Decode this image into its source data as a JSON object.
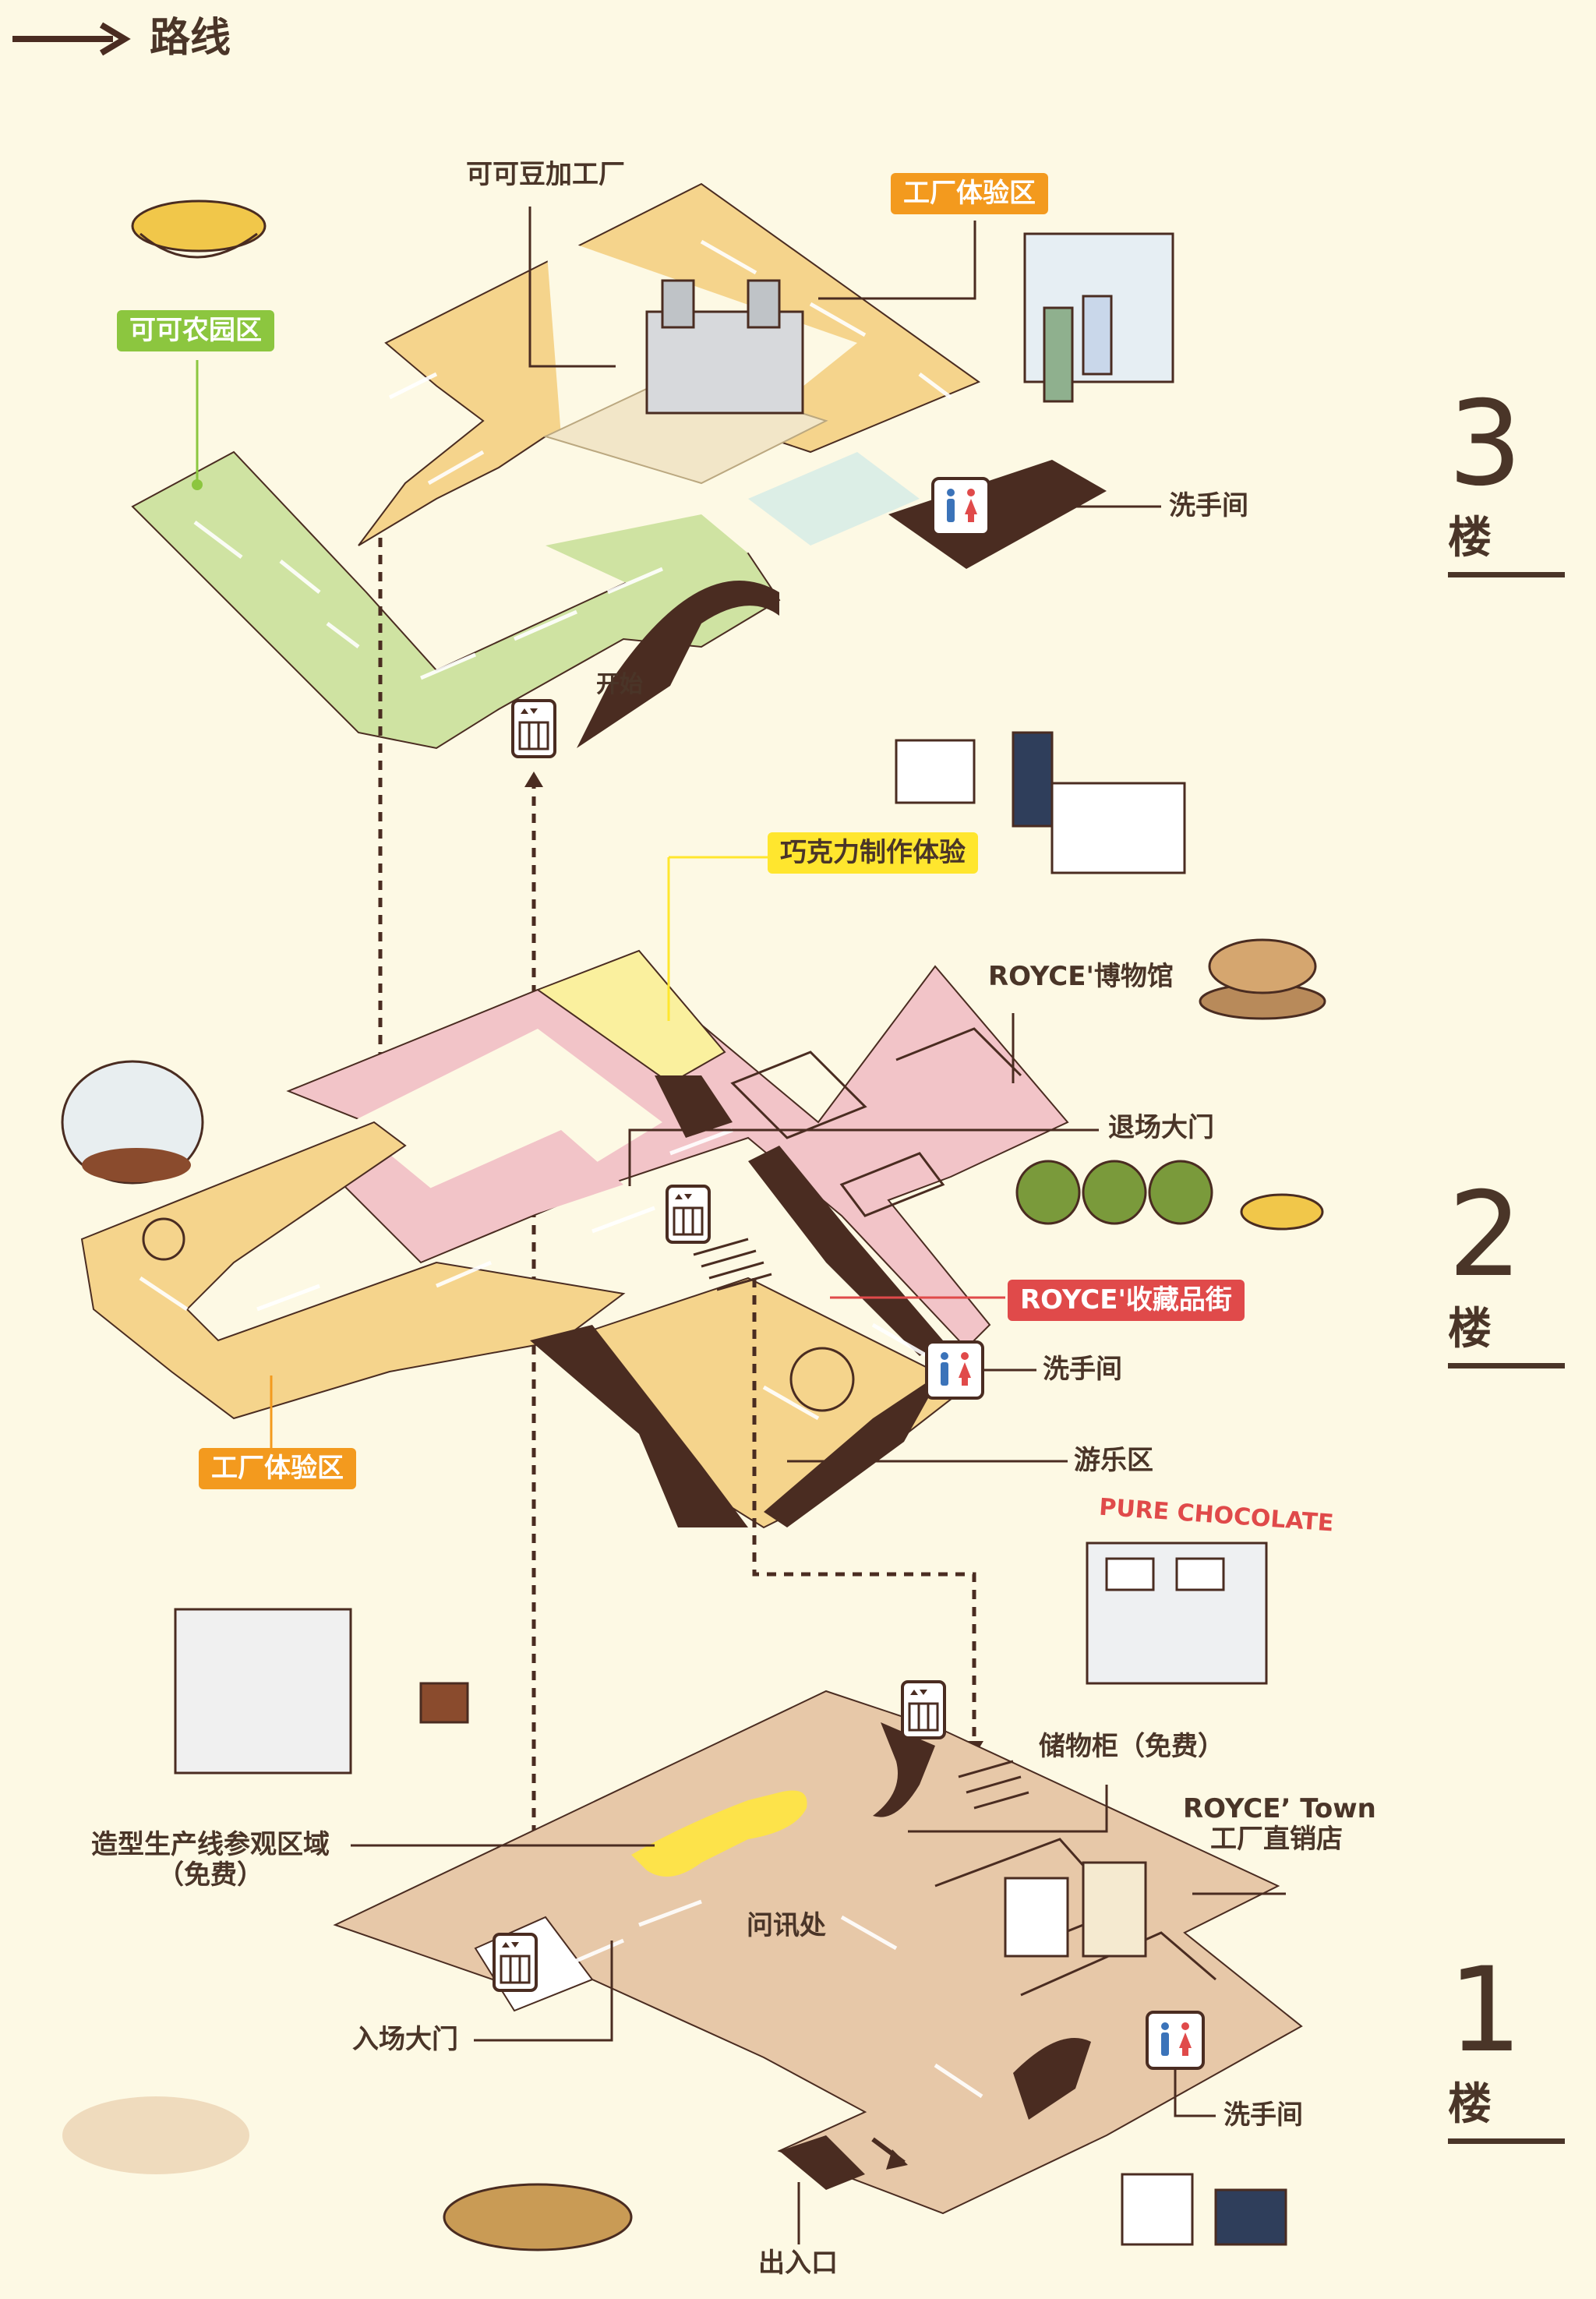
{
  "legend": {
    "route_label": "路线"
  },
  "floors": [
    {
      "number": "3",
      "suffix": "楼"
    },
    {
      "number": "2",
      "suffix": "楼"
    },
    {
      "number": "1",
      "suffix": "楼"
    }
  ],
  "floor3": {
    "tag_farm": "可可农园区",
    "tag_factory": "工厂体验区",
    "label_processing": "可可豆加工厂",
    "label_restroom": "洗手间",
    "label_start": "开始"
  },
  "floor2": {
    "tag_chocolate": "巧克力制作体验",
    "label_museum": "ROYCE'博物馆",
    "label_exit_gate": "退场大门",
    "tag_collection": "ROYCE'收藏品街",
    "label_restroom": "洗手间",
    "label_play": "游乐区",
    "tag_factory": "工厂体验区"
  },
  "floor1": {
    "sign_text": "PURE CHOCOLATE",
    "label_locker": "储物柜（免费）",
    "label_town_1": "ROYCE’ Town",
    "label_town_2": "工厂直销店",
    "label_line_1": "造型生产线参观区域",
    "label_line_2": "（免费）",
    "label_info": "问讯处",
    "label_entrance_gate": "入场大门",
    "label_restroom": "洗手间",
    "label_entrance": "出入口"
  },
  "colors": {
    "background": "#fdf9e4",
    "path_orange": "#f5d48c",
    "path_green": "#cfe3a2",
    "path_pink": "#f2c4c8",
    "path_yellow": "#faf09e",
    "floor1_tan": "#e7c8a8",
    "dark_brown": "#4a2c21",
    "tag_green": "#8cc63f",
    "tag_orange": "#f39a1e",
    "tag_yellow": "#ffe62e",
    "tag_red": "#e04a4a"
  },
  "icons": [
    "route-arrow-icon",
    "elevator-icon",
    "restroom-icon",
    "direction-arrow-icon"
  ]
}
